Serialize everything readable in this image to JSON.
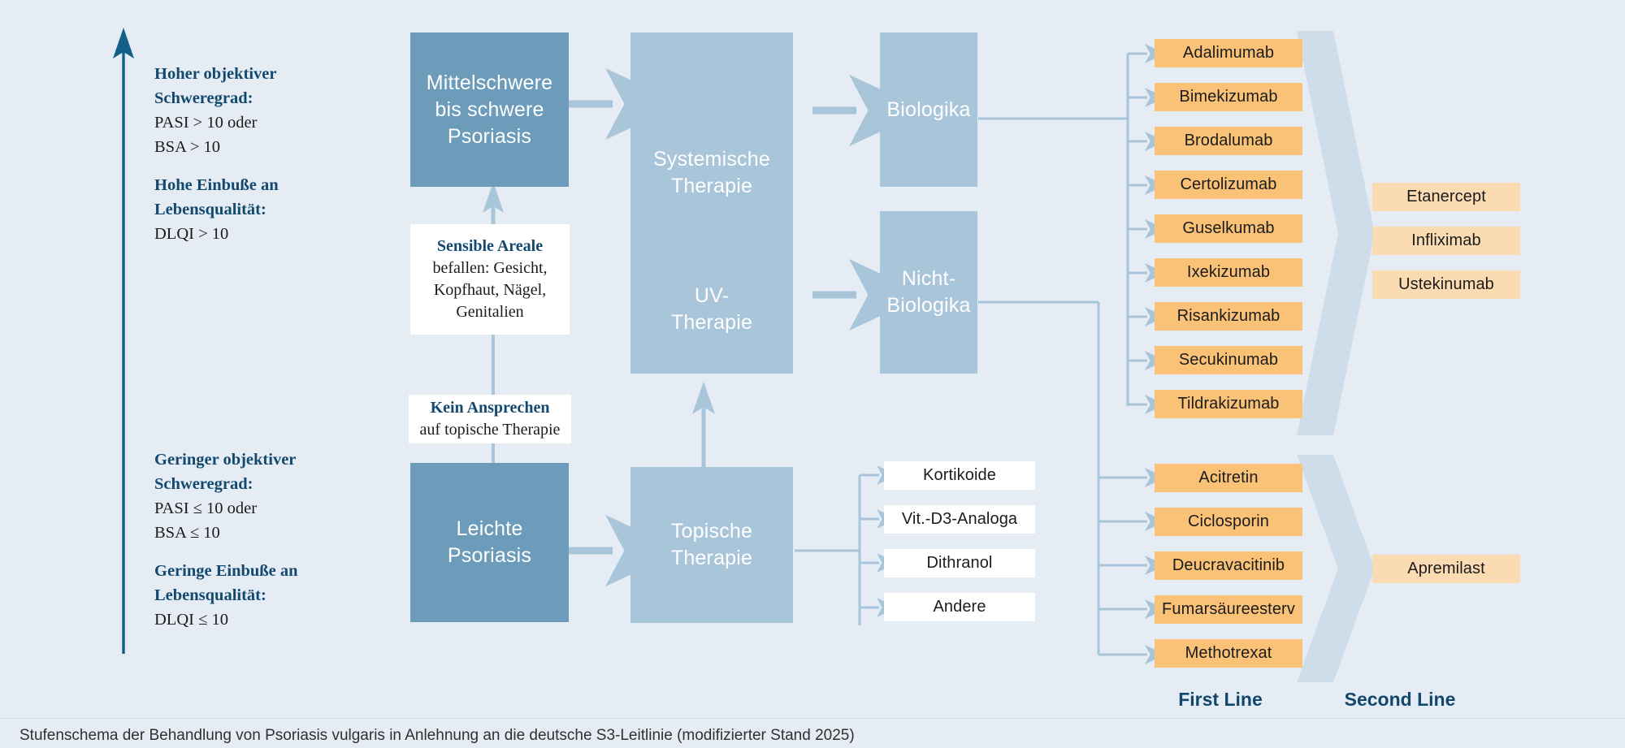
{
  "palette": {
    "background": "#e5ecf4",
    "stage_dark": "#6c9cba",
    "stage_light": "#a9c5da",
    "first_line_chip": "#f9c277",
    "second_line_chip": "#fbdcb2",
    "topical_chip": "#ffffff",
    "heading_blue": "#13496e",
    "arrow_blue": "#a9c5da",
    "axis_blue": "#156089"
  },
  "axis": {
    "name": "severity-axis",
    "top_block": {
      "heading_line1": "Hoher objektiver",
      "heading_line2": "Schweregrad:",
      "value1": "PASI > 10 oder",
      "value2": "BSA > 10",
      "heading2_line1": "Hohe Einbuße an",
      "heading2_line2": "Lebensqualität:",
      "value3": "DLQI > 10"
    },
    "bottom_block": {
      "heading_line1": "Geringer objektiver",
      "heading_line2": "Schweregrad:",
      "value1": "PASI ≤ 10 oder",
      "value2": "BSA ≤ 10",
      "heading2_line1": "Geringe Einbuße an",
      "heading2_line2": "Lebensqualität:",
      "value3": "DLQI ≤ 10"
    }
  },
  "stages": {
    "severe": {
      "line1": "Mittelschwere",
      "line2": "bis schwere",
      "line3": "Psoriasis"
    },
    "mild": {
      "line1": "Leichte",
      "line2": "Psoriasis"
    },
    "systemic": {
      "line1": "Systemische",
      "line2": "Therapie"
    },
    "uv": {
      "line1": "UV-",
      "line2": "Therapie"
    },
    "topical": {
      "line1": "Topische",
      "line2": "Therapie"
    },
    "biologics": {
      "line1": "Biologika"
    },
    "nonbiologics": {
      "line1": "Nicht-",
      "line2": "Biologika"
    }
  },
  "notes": {
    "sensitive_areas": {
      "heading": "Sensible Areale",
      "line1": "befallen: Gesicht,",
      "line2": "Kopfhaut, Nägel,",
      "line3": "Genitalien"
    },
    "no_response": {
      "heading": "Kein Ansprechen",
      "line1": "auf topische Therapie"
    }
  },
  "biologics_first_line": [
    "Adalimumab",
    "Bimekizumab",
    "Brodalumab",
    "Certolizumab",
    "Guselkumab",
    "Ixekizumab",
    "Risankizumab",
    "Secukinumab",
    "Tildrakizumab"
  ],
  "biologics_second_line": [
    "Etanercept",
    "Infliximab",
    "Ustekinumab"
  ],
  "nonbiologics_first_line": [
    "Acitretin",
    "Ciclosporin",
    "Deucravacitinib",
    "Fumarsäureesterv",
    "Methotrexat"
  ],
  "nonbiologics_second_line": [
    "Apremilast"
  ],
  "topical_options": [
    "Kortikoide",
    "Vit.-D3-Analoga",
    "Dithranol",
    "Andere"
  ],
  "column_labels": {
    "first": "First Line",
    "second": "Second Line"
  },
  "caption": "Stufenschema der Behandlung von Psoriasis vulgaris in Anlehnung an die deutsche S3-Leitlinie (modifizierter Stand 2025)"
}
